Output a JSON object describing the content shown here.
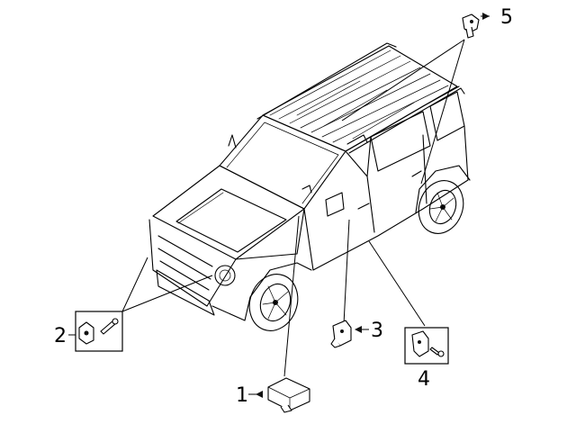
{
  "diagram": {
    "callouts": [
      {
        "id": "1",
        "label": "1"
      },
      {
        "id": "2",
        "label": "2"
      },
      {
        "id": "3",
        "label": "3"
      },
      {
        "id": "4",
        "label": "4"
      },
      {
        "id": "5",
        "label": "5"
      }
    ]
  },
  "parts": [
    {
      "callout": "1",
      "icon": "airbag-control-module-icon"
    },
    {
      "callout": "2",
      "icon": "front-impact-sensor-icon",
      "hardware": "bolt-icon"
    },
    {
      "callout": "3",
      "icon": "side-impact-sensor-icon"
    },
    {
      "callout": "4",
      "icon": "side-impact-sensor-icon",
      "hardware": "screw-icon"
    },
    {
      "callout": "5",
      "icon": "rear-impact-sensor-icon"
    }
  ],
  "colors": {
    "line": "#000000",
    "background": "#ffffff"
  }
}
